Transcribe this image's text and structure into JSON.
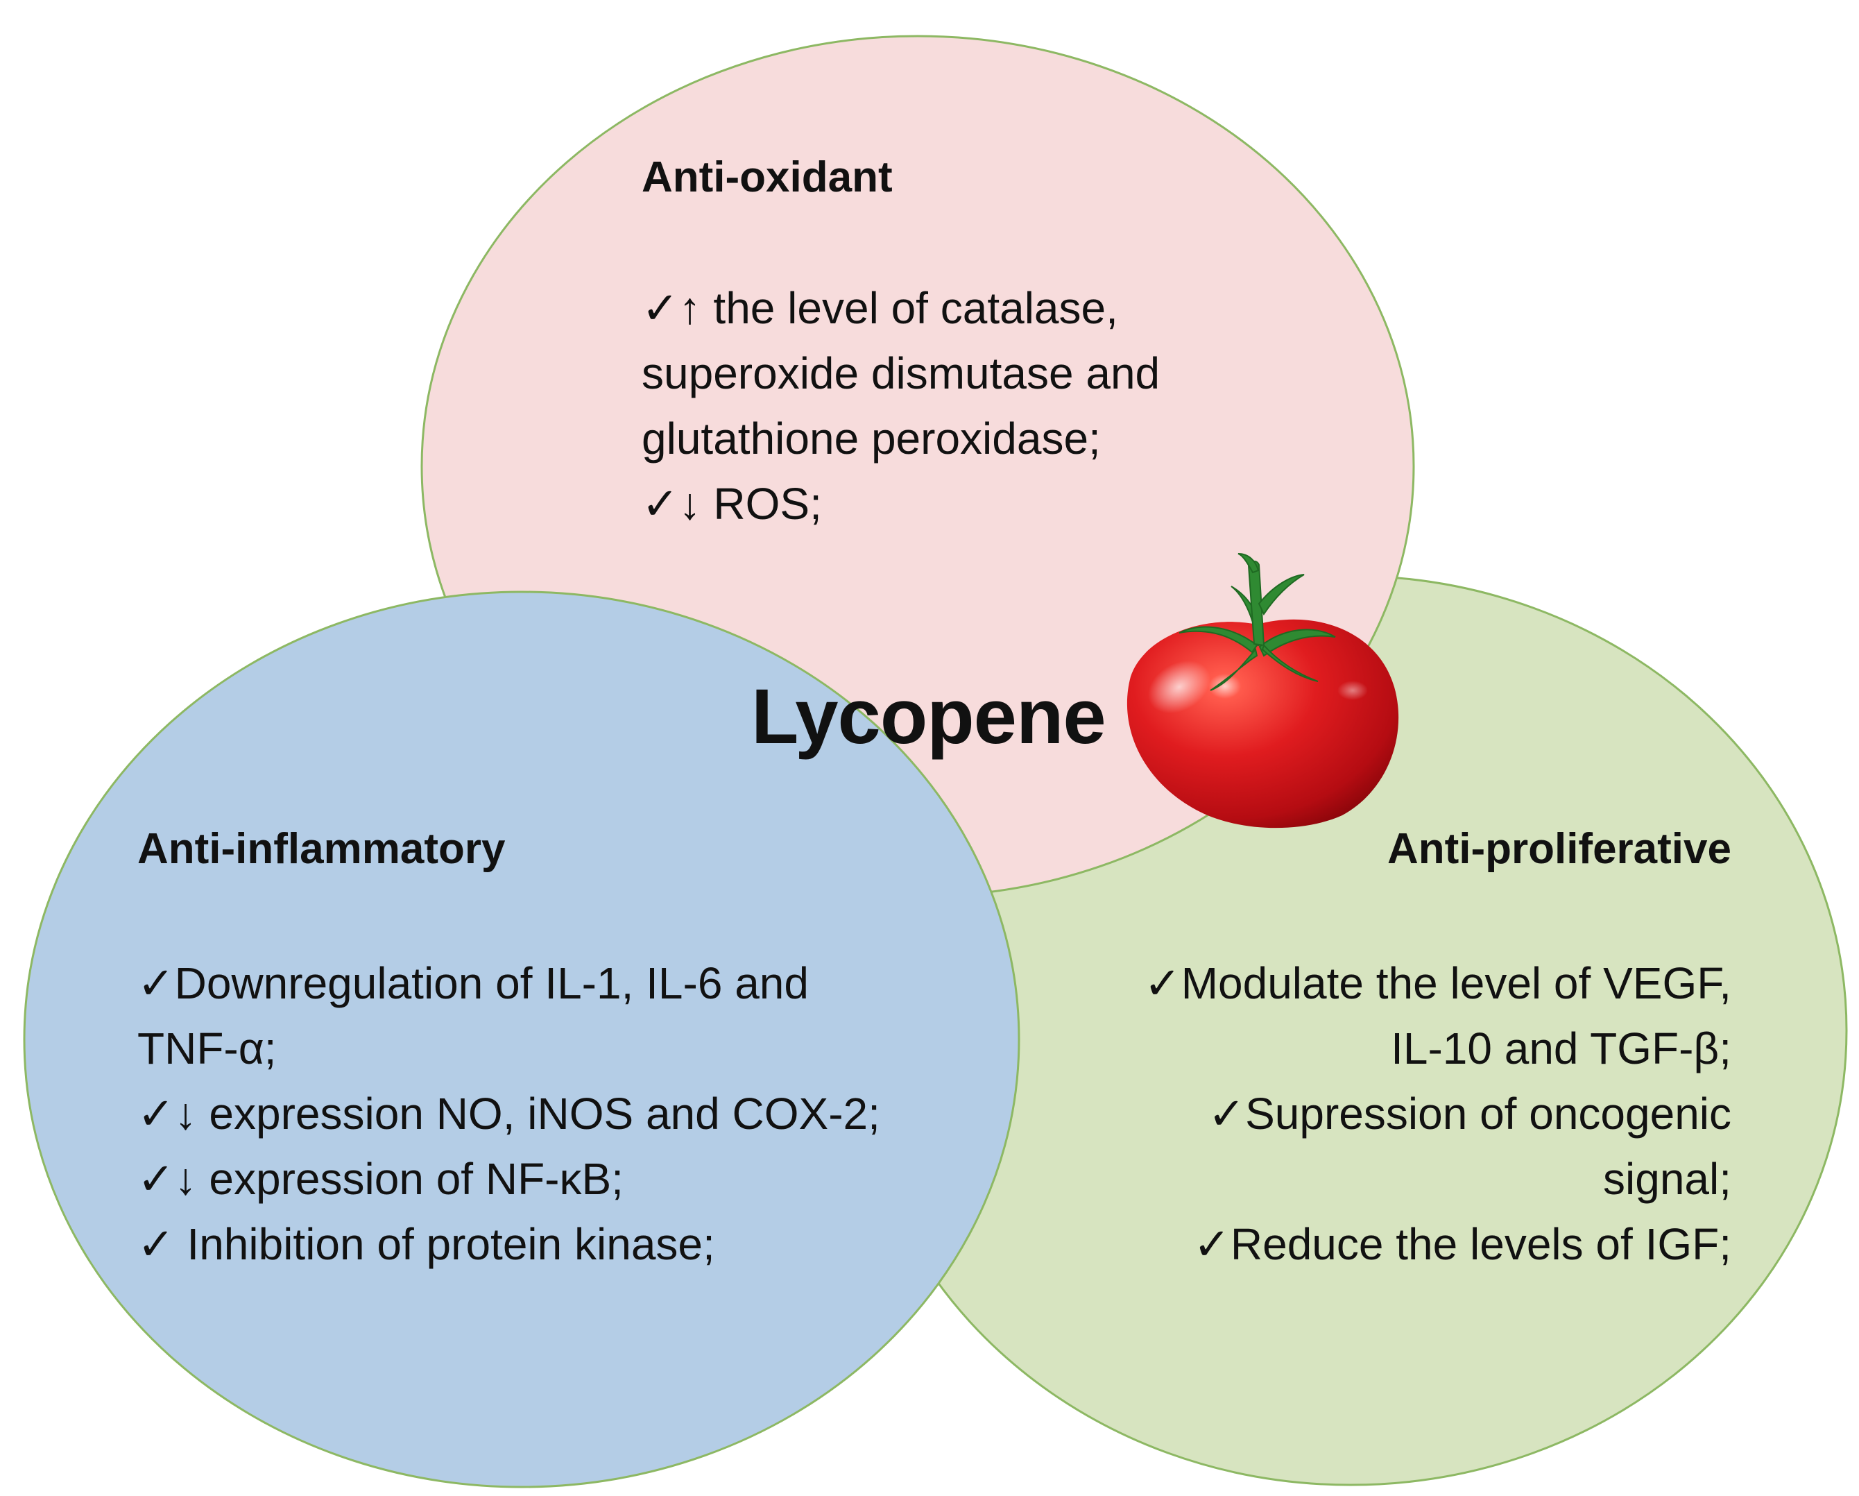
{
  "colors": {
    "anti_oxidant_fill": "#f7dcdc",
    "anti_inflammatory_fill": "#b4cde6",
    "anti_proliferative_fill": "#d7e4c0",
    "circle_outline": "#8db863",
    "tomato_red": "#d8161b",
    "stem_green": "#2f8a32"
  },
  "center_label": "Lycopene",
  "anti_oxidant": {
    "title": "Anti-oxidant",
    "lines": [
      "✓↑ the level of catalase,",
      "superoxide dismutase and",
      "glutathione peroxidase;",
      "✓↓ ROS;"
    ]
  },
  "anti_inflammatory": {
    "title": "Anti-inflammatory",
    "lines": [
      "✓Downregulation of IL-1, IL-6 and",
      "TNF-α;",
      "✓↓ expression NO, iNOS and COX-2;",
      "✓↓ expression  of NF-κB;",
      "✓ Inhibition of protein kinase;"
    ]
  },
  "anti_proliferative": {
    "title": "Anti-proliferative",
    "lines": [
      "✓Modulate the level of  VEGF,",
      "IL-10 and TGF-β;",
      "✓Supression of oncogenic",
      "signal;",
      "✓Reduce the levels of IGF;"
    ]
  },
  "tomato_icon": "tomato-icon"
}
